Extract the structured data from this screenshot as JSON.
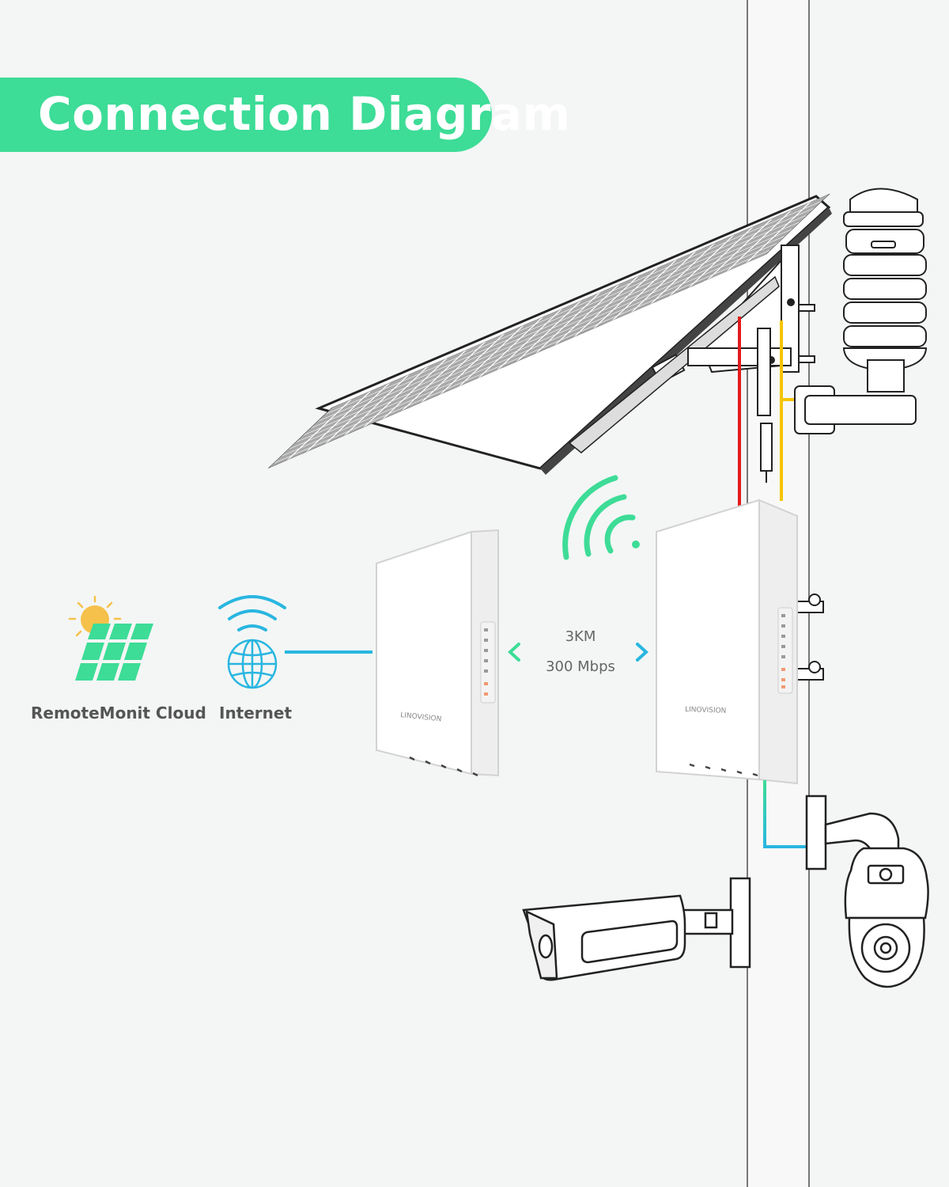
{
  "title": "Connection Diagram",
  "labels": {
    "cloud": "RemoteMonit Cloud",
    "internet": "Internet",
    "distance": "3KM",
    "speed": "300 Mbps",
    "brand_left": "LINOVISION",
    "brand_right": "LINOVISION"
  },
  "colors": {
    "accent_green": "#3ddc97",
    "link_blue": "#29b6e0",
    "wire_red": "#e31b1b",
    "wire_yellow": "#f5c400",
    "sun": "#f5c14a"
  }
}
